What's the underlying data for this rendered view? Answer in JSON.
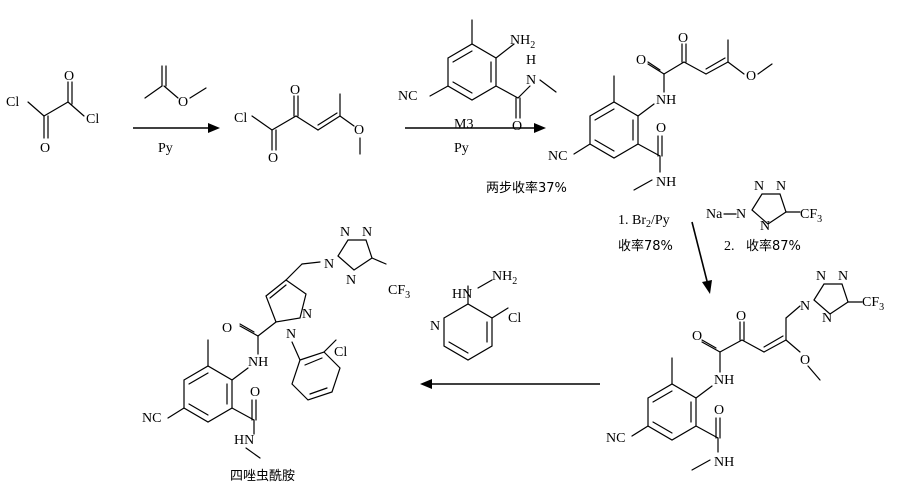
{
  "atoms": {
    "cl": "Cl",
    "o": "O",
    "n": "N",
    "nh": "NH",
    "h": "H",
    "nc": "NC",
    "na": "Na",
    "cf": "CF",
    "three": "3",
    "two": "2",
    "hn": "HN",
    "nh2": "NH"
  },
  "reagents": {
    "step1_conditions": "Py",
    "step2_reagent_label": "M3",
    "step2_conditions": "Py",
    "step3_conditions_br": "1. Br",
    "step3_conditions_py": "/Py",
    "step3_conditions_tetrazole": "2."
  },
  "yields": {
    "two_step": "两步收率37%",
    "bromination": "收率78%",
    "tetrazole": "收率87%"
  },
  "product_name": "四唑虫酰胺"
}
